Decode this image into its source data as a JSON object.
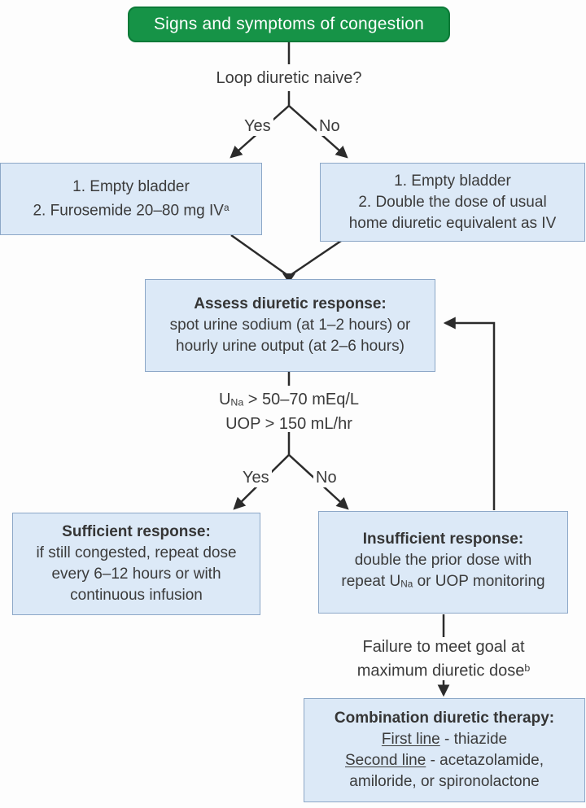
{
  "colors": {
    "green_fill": "#169347",
    "green_border": "#0b7a38",
    "blue_fill": "#dce9f7",
    "blue_border": "#8ca7c7",
    "line": "#2b2b2b",
    "text": "#3b3b3b",
    "bg": "#fdfdfd"
  },
  "labels": {
    "yes": "Yes",
    "no": "No"
  },
  "nodes": {
    "start": {
      "text": "Signs and symptoms of congestion"
    },
    "q_naive": {
      "text": "Loop diuretic naive?"
    },
    "naive_yes": {
      "l1": "1. Empty bladder",
      "l2": "2. Furosemide 20–80 mg IV",
      "l2_sup": "a"
    },
    "naive_no": {
      "l1": "1. Empty bladder",
      "l2": "2. Double the dose of usual",
      "l3": "home diuretic equivalent as IV"
    },
    "assess": {
      "title": "Assess diuretic response:",
      "l2": "spot urine sodium (at 1–2 hours) or",
      "l3": "hourly urine output (at 2–6 hours)"
    },
    "criteria": {
      "l1_pre": "U",
      "l1_sub": "Na",
      "l1_rest": " > 50–70 mEq/L",
      "l2": "UOP > 150 mL/hr"
    },
    "sufficient": {
      "title": "Sufficient response:",
      "l2": "if still congested, repeat dose",
      "l3": "every 6–12 hours or with",
      "l4": "continuous infusion"
    },
    "insufficient": {
      "title": "Insufficient response:",
      "l2": "double the prior dose with",
      "l3_pre": "repeat U",
      "l3_sub": "Na",
      "l3_rest": " or UOP monitoring"
    },
    "failure": {
      "l1": "Failure to meet goal at",
      "l2": "maximum diuretic dose",
      "l2_sup": "b"
    },
    "combination": {
      "title": "Combination diuretic therapy:",
      "l2_u": "First line",
      "l2_rest": " - thiazide",
      "l3_u": "Second line",
      "l3_rest": " - acetazolamide,",
      "l4": "amiloride, or spironolactone"
    }
  }
}
